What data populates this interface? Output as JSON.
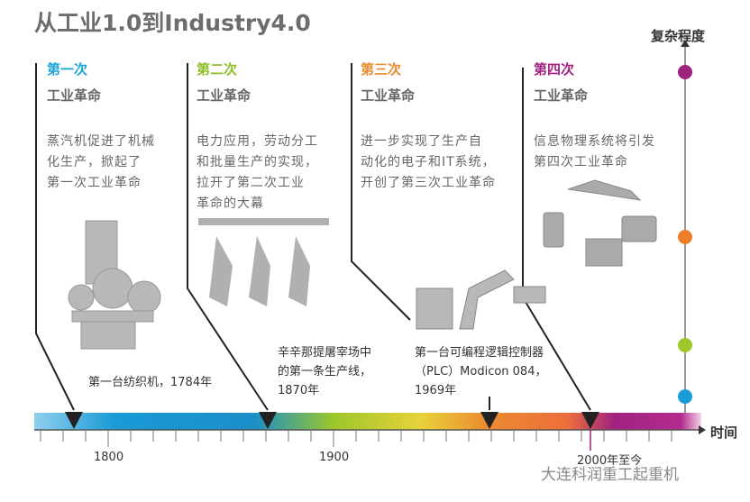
{
  "title": "从工业1.0到Industry4.0",
  "complexity_label": "复杂程度",
  "time_label": "时间",
  "eras": [
    {
      "name": "第一次",
      "sub": "工业革命",
      "desc": [
        "蒸汽机促进了机械",
        "化生产，掀起了",
        "第一次工业革命"
      ],
      "color": "#1aa3d8",
      "event": [
        "第一台纺织机，1784年"
      ]
    },
    {
      "name": "第二次",
      "sub": "工业革命",
      "desc": [
        "电力应用，劳动分工",
        "和批量生产的实现，",
        "拉开了第二次工业",
        "革命的大幕"
      ],
      "color": "#8cbf26",
      "event": [
        "辛辛那提屠宰场中",
        "的第一条生产线，",
        "1870年"
      ]
    },
    {
      "name": "第三次",
      "sub": "工业革命",
      "desc": [
        "进一步实现了生产自",
        "动化的电子和IT系统，",
        "开创了第三次工业革命"
      ],
      "color": "#e98a2c",
      "event": [
        "第一台可编程逻辑控制器",
        "（PLC）Modicon 084，",
        "1969年"
      ]
    },
    {
      "name": "第四次",
      "sub": "工业革命",
      "desc": [
        "信息物理系统将引发",
        "第四次工业革命"
      ],
      "color": "#a0227f",
      "event": []
    }
  ],
  "axis_ticks": [
    "1800",
    "1900",
    "2000年至今"
  ],
  "watermark": "大连科润重工起重机"
}
